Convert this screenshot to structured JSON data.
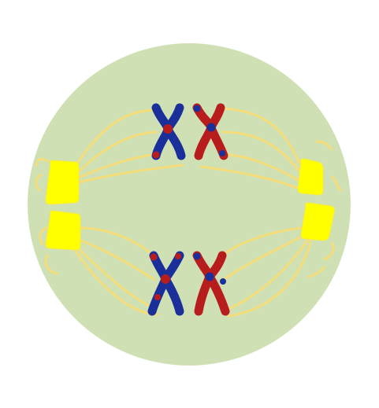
{
  "colors": {
    "background": "#ffffff",
    "cell_fill": "#cfe1b4",
    "centrosome": "#ffff00",
    "spindle_fiber": "#f5dd7a",
    "chromatid_blue": "#1a2f9a",
    "chromatid_red": "#b81d1d"
  },
  "cell": {
    "name": "cell",
    "centrosomes": [
      "upper-left",
      "lower-left",
      "upper-right",
      "lower-right"
    ],
    "chromosome_pairs": [
      {
        "position": "top",
        "chromosomes": [
          "blue-dominant",
          "red-dominant"
        ]
      },
      {
        "position": "bottom",
        "chromosomes": [
          "blue-dominant",
          "red-dominant"
        ]
      }
    ]
  }
}
